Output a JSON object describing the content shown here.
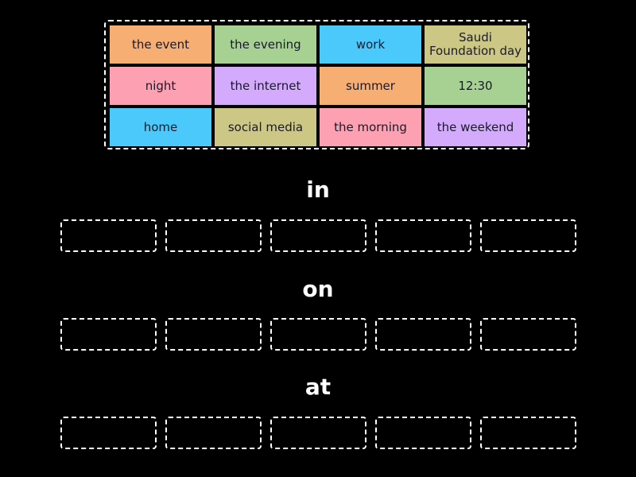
{
  "cards": [
    {
      "label": "the event",
      "color": "#f7ae72"
    },
    {
      "label": "the evening",
      "color": "#a6d193"
    },
    {
      "label": "work",
      "color": "#4bc9fb"
    },
    {
      "label": "Saudi Foundation day",
      "color": "#cdc785"
    },
    {
      "label": "night",
      "color": "#fda1b2"
    },
    {
      "label": "the internet",
      "color": "#d3aafc"
    },
    {
      "label": "summer",
      "color": "#f7ae72"
    },
    {
      "label": "12:30",
      "color": "#a6d193"
    },
    {
      "label": "home",
      "color": "#4bc9fb"
    },
    {
      "label": "social media",
      "color": "#cdc785"
    },
    {
      "label": "the morning",
      "color": "#fda1b2"
    },
    {
      "label": "the weekend",
      "color": "#d3aafc"
    }
  ],
  "groups": [
    {
      "title": "in"
    },
    {
      "title": "on"
    },
    {
      "title": "at"
    }
  ]
}
